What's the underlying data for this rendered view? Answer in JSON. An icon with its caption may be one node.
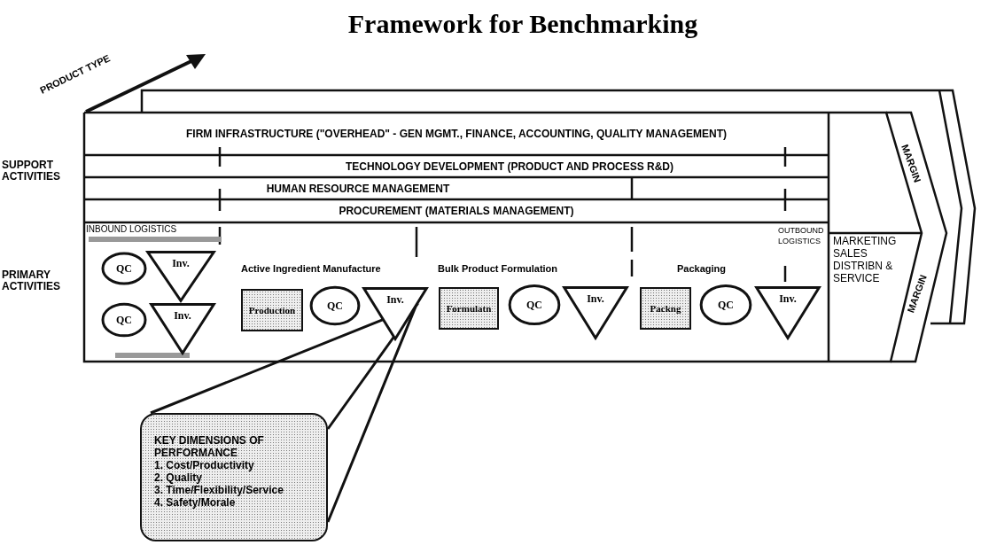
{
  "diagram": {
    "title": "Framework for Benchmarking",
    "nodes": [
      {
        "text": [
          "FIRM INFRASTRUCTURE (\"OVERHEAD\" - GEN MGMT., FINANCE, ACCOUNTING, QUALITY MANAGEMENT)"
        ]
      },
      {
        "text": [
          "TECHNOLOGY DEVELOPMENT (PRODUCT AND PROCESS R&D)"
        ]
      },
      {
        "text": [
          "HUMAN RESOURCE MANAGEMENT"
        ]
      },
      {
        "text": [
          "PROCUREMENT (MATERIALS MANAGEMENT)"
        ]
      },
      {
        "text": [
          "QC"
        ]
      },
      {
        "text": [
          "Inv."
        ]
      },
      {
        "text": [
          "QC"
        ]
      },
      {
        "text": [
          "Inv."
        ]
      },
      {
        "text": [
          "Production"
        ]
      },
      {
        "text": [
          "QC"
        ]
      },
      {
        "text": [
          "Inv."
        ]
      },
      {
        "text": [
          "Formulatn"
        ]
      },
      {
        "text": [
          "QC"
        ]
      },
      {
        "text": [
          "Inv."
        ]
      },
      {
        "text": [
          "Packng"
        ]
      },
      {
        "text": [
          "QC"
        ]
      },
      {
        "text": [
          "Inv."
        ]
      },
      {
        "text": [
          "MARKETING SALES DISTRIBN & SERVICE"
        ]
      },
      {
        "text": [
          "KEY DIMENSIONS OF PERFORMANCE",
          "1. Cost/Productivity",
          "2. Quality",
          "3. Time/Flexibility/Service",
          "4. Safety/Morale"
        ]
      }
    ],
    "edges": [
      {
        "from": 18,
        "to": 10,
        "arrow": "none"
      }
    ],
    "labels": [
      "PRODUCT TYPE",
      "SUPPORT ACTIVITIES",
      "MARGIN",
      "INBOUND LOGISTICS",
      "OUTBOUND LOGISTICS",
      "PRIMARY ACTIVITIES",
      "Active Ingredient Manufacture",
      "Bulk Product Formulation",
      "Packaging",
      "MARGIN"
    ]
  }
}
